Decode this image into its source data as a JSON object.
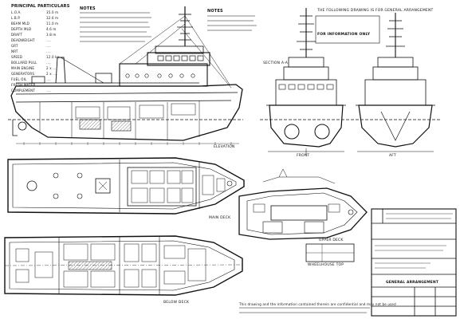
{
  "drawing": {
    "particulars_title": "PRINCIPAL PARTICULARS",
    "particulars": [
      {
        "key": "L.O.A.",
        "value": "35.0 m"
      },
      {
        "key": "L.B.P.",
        "value": "32.6 m"
      },
      {
        "key": "BEAM MLD",
        "value": "11.0 m"
      },
      {
        "key": "DEPTH MLD",
        "value": "4.6 m"
      },
      {
        "key": "DRAFT",
        "value": "3.8 m"
      },
      {
        "key": "DEADWEIGHT",
        "value": "...."
      },
      {
        "key": "GRT",
        "value": "...."
      },
      {
        "key": "NRT",
        "value": "...."
      },
      {
        "key": "SPEED",
        "value": "12.0 kn"
      },
      {
        "key": "BOLLARD PULL",
        "value": "...."
      },
      {
        "key": "MAIN ENGINE",
        "value": "2 x ...."
      },
      {
        "key": "GENERATORS",
        "value": "2 x ...."
      },
      {
        "key": "FUEL OIL",
        "value": "...."
      },
      {
        "key": "FRESH WATER",
        "value": "...."
      },
      {
        "key": "COMPLEMENT",
        "value": "...."
      }
    ],
    "top_note_title": "NOTES",
    "note2_title": "NOTES",
    "approval_note": "THE FOLLOWING DRAWING IS FOR GENERAL ARRANGEMENT",
    "approval_stamp": "FOR INFORMATION ONLY",
    "elevation_label": "ELEVATION",
    "section_label": "SECTION A-A",
    "front_label": "FRONT",
    "aft_label": "AFT",
    "main_deck_label": "MAIN DECK",
    "upper_deck_label": "UPPER DECK",
    "tank_top_label": "BELOW DECK",
    "wheelhouse_label": "WHEELHOUSE TOP",
    "title_block": {
      "drawing_title": "GENERAL ARRANGEMENT",
      "rows": [
        "",
        "",
        "",
        ""
      ],
      "scale": "",
      "drawing_no": ""
    },
    "bottom_note": "This drawing and the information contained therein are confidential and may not be used"
  }
}
